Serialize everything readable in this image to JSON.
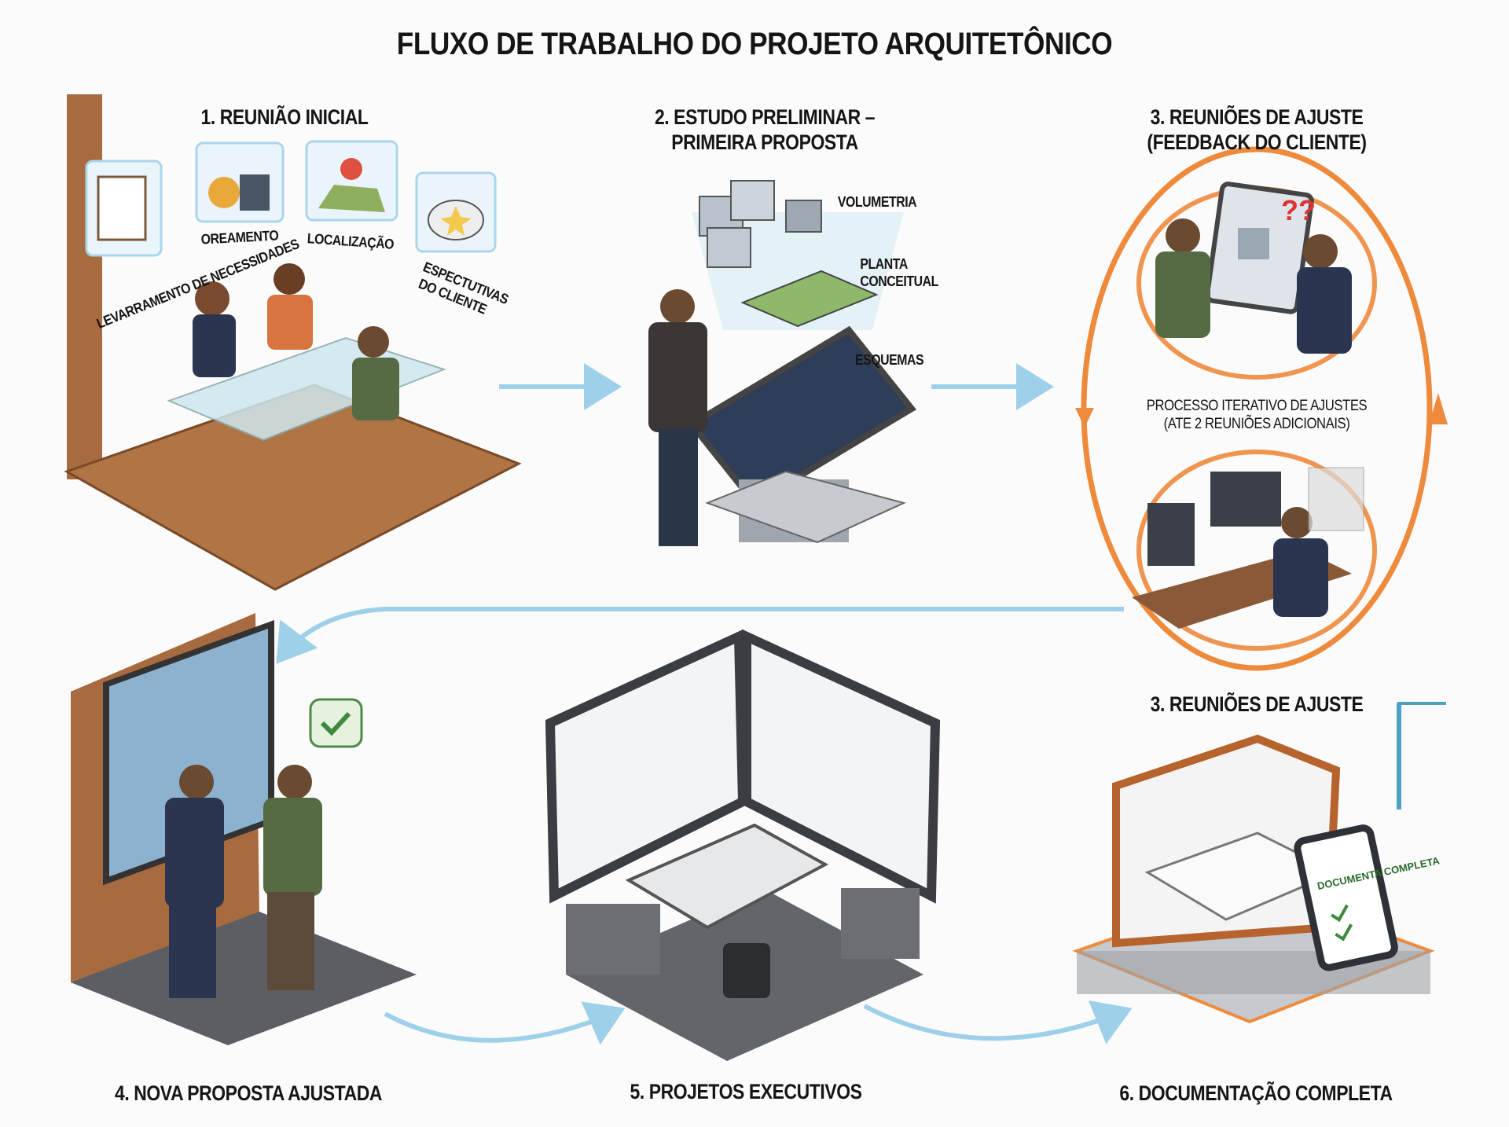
{
  "title": "FLUXO DE TRABALHO DO PROJETO ARQUITETÔNICO",
  "steps": {
    "s1": {
      "title": "1. REUNIÃO INICIAL",
      "items": [
        "LEVARRAMENTO DE NECESSIDADES",
        "OREAMENTO",
        "LOCALIZAÇÃO",
        "ESPECTUTIVAS DO CLIENTE"
      ]
    },
    "s2": {
      "title_line1": "2. ESTUDO PRELIMINAR –",
      "title_line2": "PRIMEIRA PROPOSTA",
      "items": [
        "VOLUMETRIA",
        "PLANTA CONCEITUAL",
        "ESQUEMAS"
      ]
    },
    "s3": {
      "title_line1": "3. REUNIÕES DE AJUSTE",
      "title_line2": "(FEEDBACK DO CLIENTE)",
      "iter_line1": "PROCESSO ITERATIVO DE AJUSTES",
      "iter_line2": "(ATE 2 REUNIÕES ADICIONAIS)",
      "bottom_title": "3. REUNIÕES DE AJUSTE"
    },
    "s4": {
      "title": "4. NOVA PROPOSTA AJUSTADA"
    },
    "s5": {
      "title": "5. PROJETOS EXECUTIVOS"
    },
    "s6": {
      "title": "6. DOCUMENTAÇÃO COMPLETA",
      "tablet_text": "DOCUMENTA COMPLETA"
    }
  },
  "colors": {
    "flow_arrow": "#9fd0ea",
    "loop": "#ee8a3c",
    "wood": "#a86a3f",
    "text": "#151515"
  }
}
